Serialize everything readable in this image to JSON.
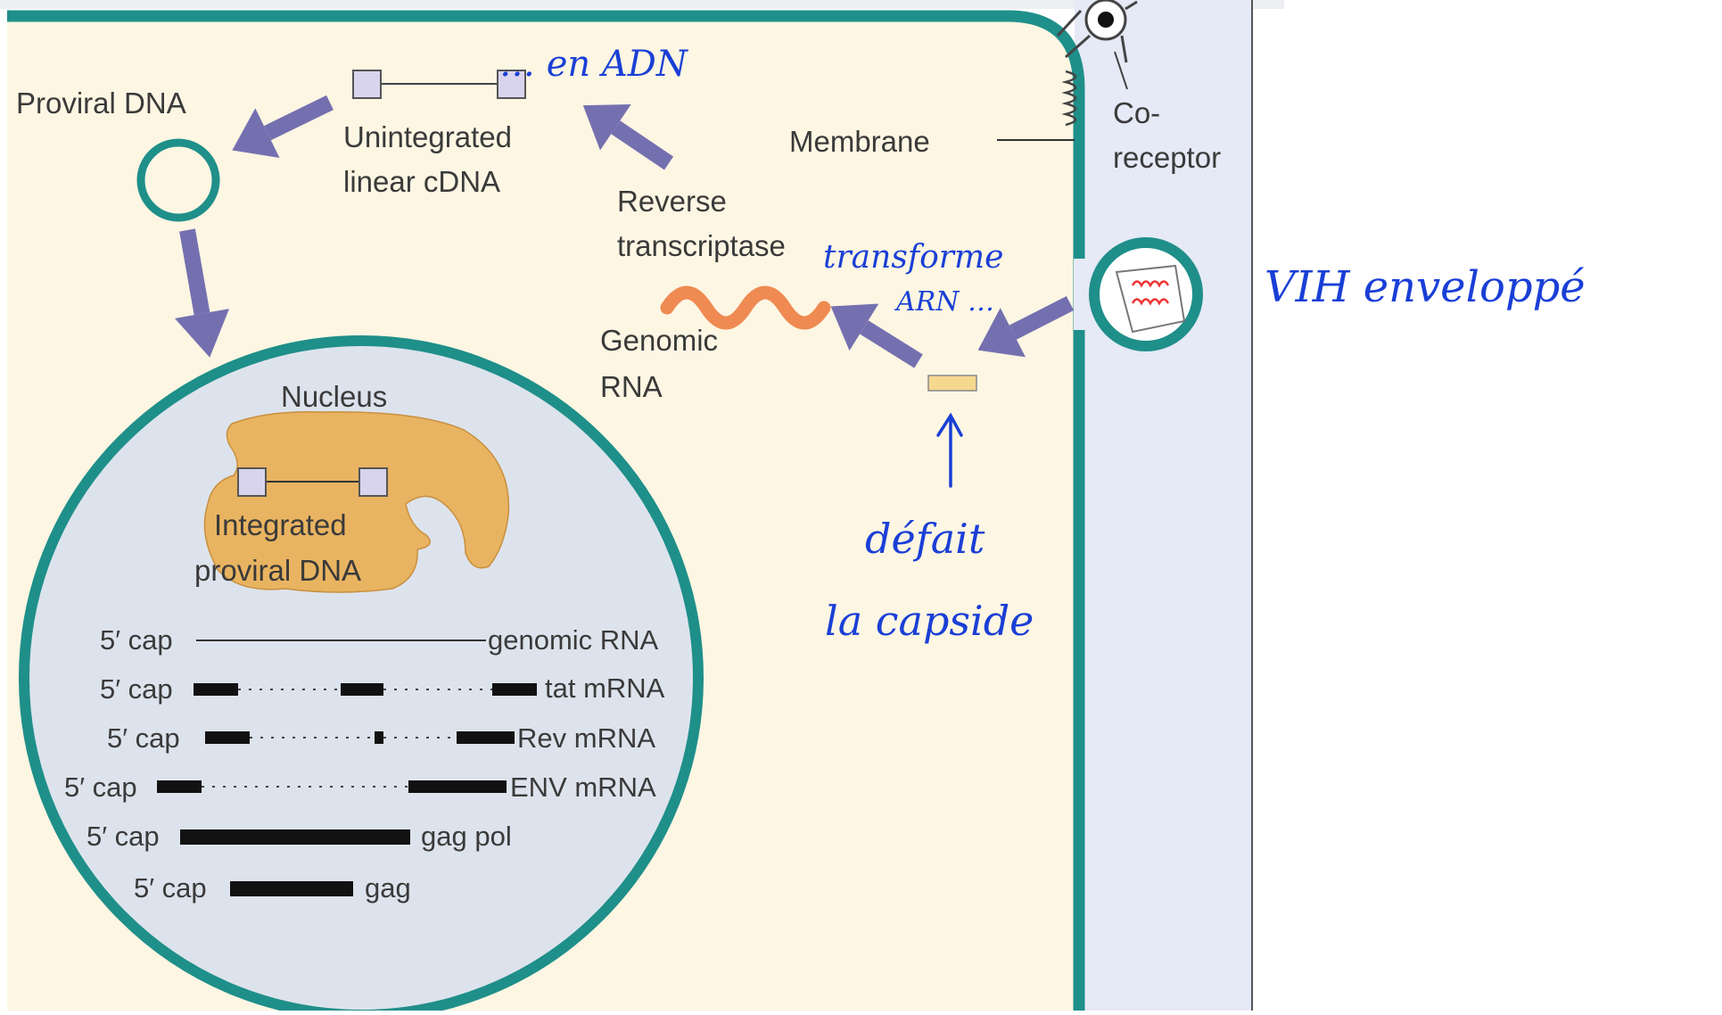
{
  "diagram": {
    "labels": {
      "proviral_dna": "Proviral DNA",
      "unintegrated_1": "Unintegrated",
      "unintegrated_2": "linear cDNA",
      "membrane": "Membrane",
      "coreceptor_1": "Co-",
      "coreceptor_2": "receptor",
      "reverse_1": "Reverse",
      "reverse_2": "transcriptase",
      "genomic_1": "Genomic",
      "genomic_2": "RNA",
      "nucleus": "Nucleus",
      "integrated_1": "Integrated",
      "integrated_2": "proviral DNA"
    },
    "transcripts": [
      {
        "cap": "5′ cap",
        "name": "genomic RNA"
      },
      {
        "cap": "5′ cap",
        "name": "tat mRNA"
      },
      {
        "cap": "5′ cap",
        "name": "Rev mRNA"
      },
      {
        "cap": "5′ cap",
        "name": "ENV mRNA"
      },
      {
        "cap": "5′ cap",
        "name": "gag pol"
      },
      {
        "cap": "5′ cap",
        "name": "gag"
      }
    ]
  },
  "annotations": {
    "en_adn": "… en ADN",
    "transforme": "transforme",
    "arn": "ARN …",
    "vih": "VIH enveloppé",
    "defait": "défait",
    "capside": "la capside"
  },
  "colors": {
    "cytoplasm": "#fdf6e3",
    "membrane": "#1f8f8a",
    "extracellular": "#e6e9f6",
    "nucleus_fill": "#dde3ec",
    "arrow": "#7470b0",
    "chromatin": "#e9b461",
    "rna": "#ef8a52",
    "annotation": "#1a3fd6"
  }
}
